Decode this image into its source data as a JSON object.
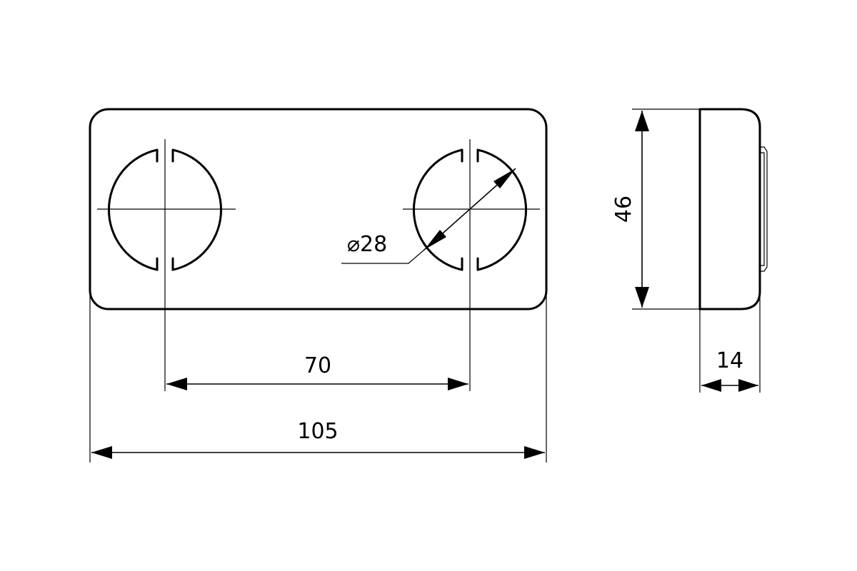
{
  "dimensions": {
    "overall_width": "105",
    "hole_spacing": "70",
    "hole_diameter": "⌀28",
    "height": "46",
    "thickness": "14"
  }
}
